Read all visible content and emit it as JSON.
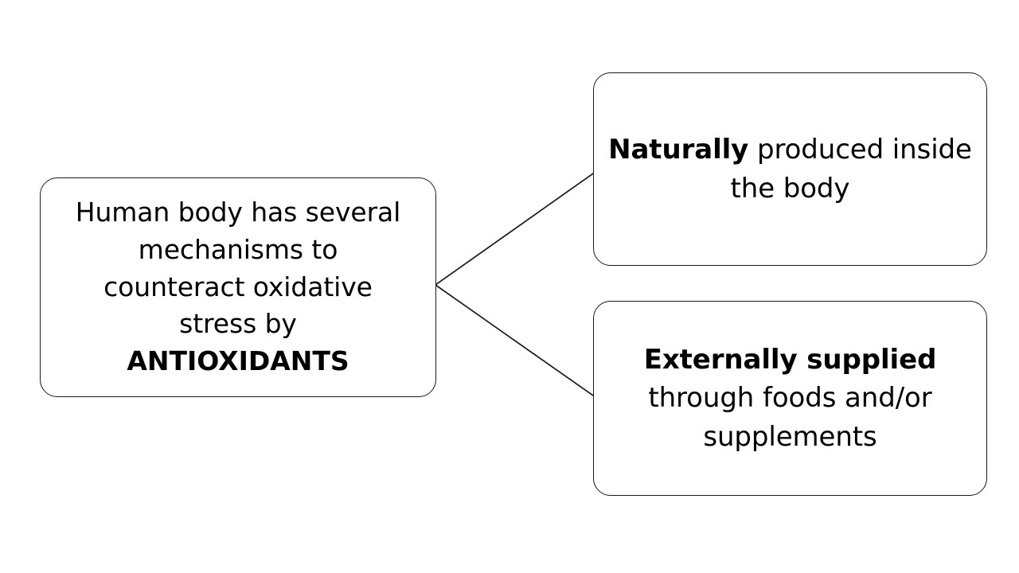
{
  "diagram": {
    "type": "flowchart",
    "orientation": "left-to-right",
    "background_color": "#ffffff",
    "stroke_color": "#1a1a1a",
    "text_color": "#000000",
    "nodes": [
      {
        "id": "source",
        "role": "root",
        "lines": [
          "Human body has several",
          "mechanisms to",
          "counteract oxidative",
          "stress by",
          "ANTIOXIDANTS"
        ],
        "plain_text": "Human body has several mechanisms to counteract oxidative stress by ANTIOXIDANTS",
        "emphasis_text": "ANTIOXIDANTS",
        "body_text_line1": "Human body has several",
        "body_text_line2": "mechanisms to",
        "body_text_line3": "counteract oxidative",
        "body_text_line4": "stress by"
      },
      {
        "id": "branch-natural",
        "role": "branch",
        "emphasis_text": "Naturally",
        "rest_text": " produced inside the body",
        "plain_text": "Naturally produced inside the body",
        "lines": [
          "Naturally produced",
          "inside the body"
        ]
      },
      {
        "id": "branch-external",
        "role": "branch",
        "emphasis_text": "Externally supplied",
        "rest_text": "through foods and/or supplements",
        "plain_text": "Externally supplied through foods and/or supplements",
        "lines": [
          "Externally supplied",
          "through foods and/or",
          "supplements"
        ]
      }
    ],
    "connectors": [
      {
        "id": "connector-to-natural",
        "from": "source",
        "to": "branch-natural"
      },
      {
        "id": "connector-to-external",
        "from": "source",
        "to": "branch-external"
      }
    ]
  }
}
